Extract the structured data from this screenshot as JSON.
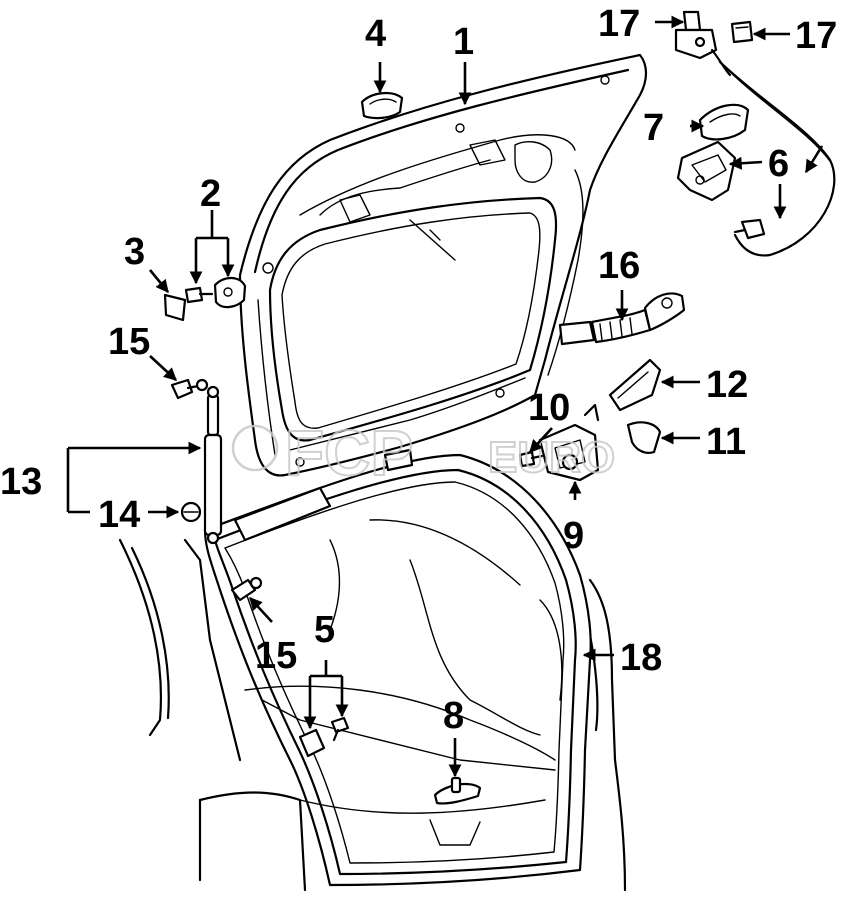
{
  "callouts": {
    "c1": "1",
    "c2": "2",
    "c3": "3",
    "c4": "4",
    "c5": "5",
    "c6": "6",
    "c7": "7",
    "c8": "8",
    "c9": "9",
    "c10": "10",
    "c11": "11",
    "c12": "12",
    "c13": "13",
    "c14": "14",
    "c15a": "15",
    "c15b": "15",
    "c16": "16",
    "c17a": "17",
    "c17b": "17",
    "c18": "18"
  },
  "watermark": {
    "brand": "FCP",
    "suffix": "EURO"
  },
  "colors": {
    "ink": "#000000",
    "background": "#ffffff",
    "watermark": "#c8c8c8"
  }
}
